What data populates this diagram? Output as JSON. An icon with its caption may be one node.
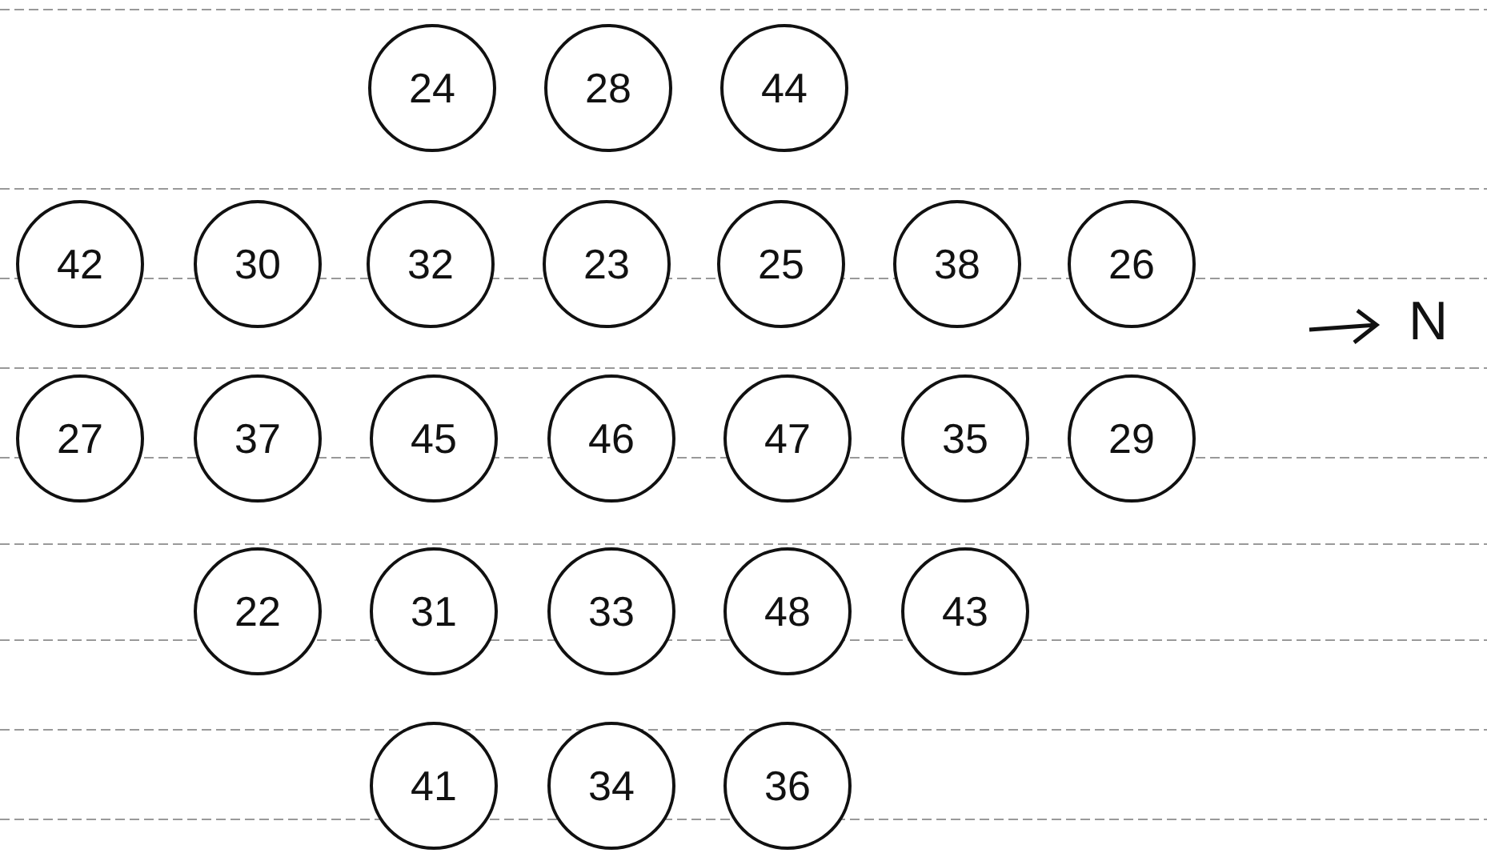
{
  "diagram": {
    "nodes": [
      {
        "text": [
          "24"
        ]
      },
      {
        "text": [
          "28"
        ]
      },
      {
        "text": [
          "44"
        ]
      },
      {
        "text": [
          "42"
        ]
      },
      {
        "text": [
          "30"
        ]
      },
      {
        "text": [
          "32"
        ]
      },
      {
        "text": [
          "23"
        ]
      },
      {
        "text": [
          "25"
        ]
      },
      {
        "text": [
          "38"
        ]
      },
      {
        "text": [
          "26"
        ]
      },
      {
        "text": [
          "27"
        ]
      },
      {
        "text": [
          "37"
        ]
      },
      {
        "text": [
          "45"
        ]
      },
      {
        "text": [
          "46"
        ]
      },
      {
        "text": [
          "47"
        ]
      },
      {
        "text": [
          "35"
        ]
      },
      {
        "text": [
          "29"
        ]
      },
      {
        "text": [
          "22"
        ]
      },
      {
        "text": [
          "31"
        ]
      },
      {
        "text": [
          "33"
        ]
      },
      {
        "text": [
          "48"
        ]
      },
      {
        "text": [
          "43"
        ]
      },
      {
        "text": [
          "41"
        ]
      },
      {
        "text": [
          "34"
        ]
      },
      {
        "text": [
          "36"
        ]
      }
    ],
    "labels": [
      "N"
    ]
  }
}
